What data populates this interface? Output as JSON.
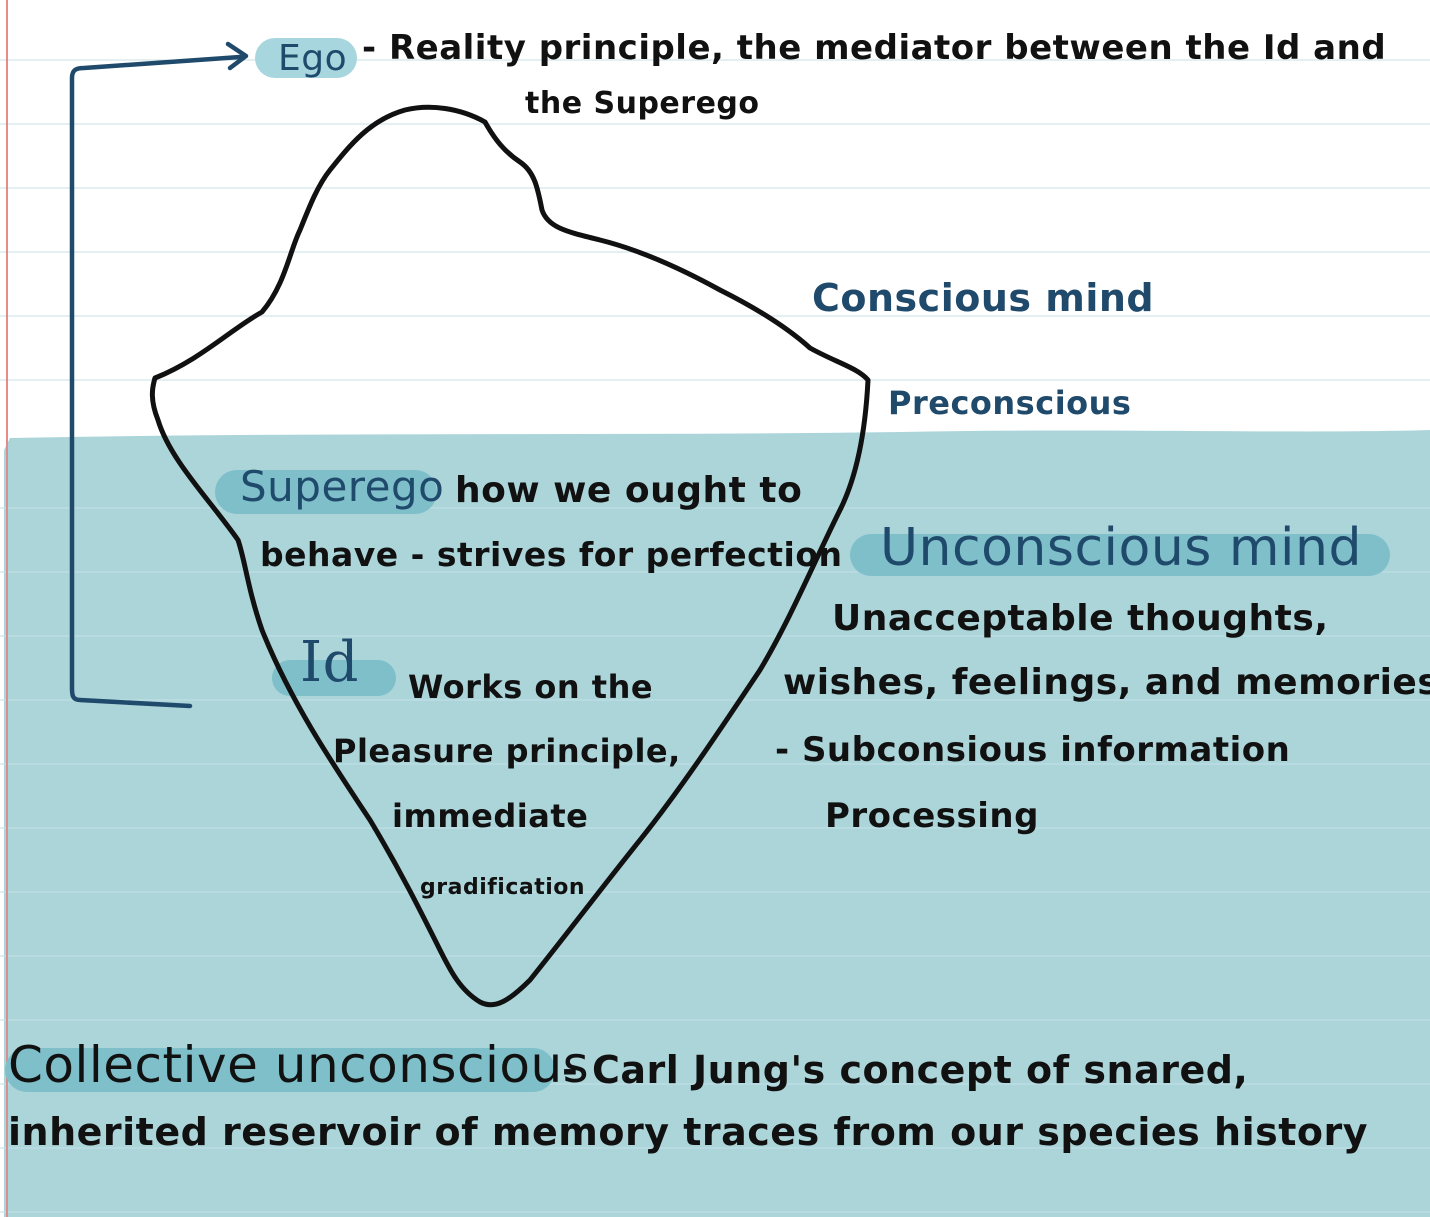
{
  "ego": {
    "label": "Ego",
    "desc_line1": "- Reality principle, the mediator between the Id and",
    "desc_line2": "the Superego"
  },
  "levels": {
    "conscious": "Conscious mind",
    "preconscious": "Preconscious"
  },
  "superego": {
    "label": "Superego",
    "desc_line1": "how we ought to",
    "desc_line2": "behave - strives for perfection"
  },
  "unconscious": {
    "label": "Unconscious mind",
    "line1": "Unacceptable thoughts,",
    "line2": "wishes, feelings, and memories",
    "line3": "- Subconsious information",
    "line4": "Processing"
  },
  "id": {
    "label": "Id",
    "line1": "Works on the",
    "line2": "Pleasure principle,",
    "line3": "immediate",
    "line4": "gradification"
  },
  "collective": {
    "label": "Collective unconscious",
    "desc_line1": "- Carl Jung's concept of snared,",
    "desc_line2": "inherited reservoir of memory traces from our species history"
  },
  "colors": {
    "water": "#acd5da",
    "highlight": "#7ebfca",
    "highlight_light": "#a8d6de",
    "ink_blue": "#1f4a6b",
    "ink_black": "#111111",
    "ruled_line": "#bfd9de",
    "margin_line": "#e27a7a"
  }
}
